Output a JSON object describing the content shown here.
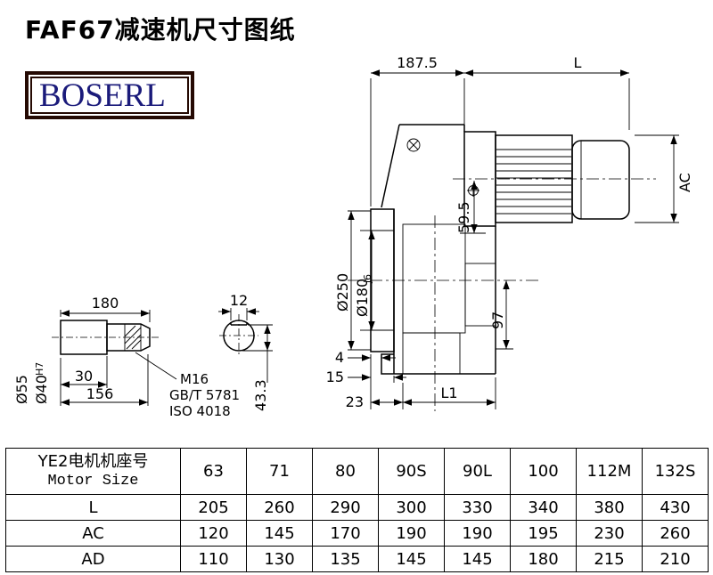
{
  "title": "FAF67减速机尺寸图纸",
  "logo": "BOSERL",
  "drawing": {
    "dims": {
      "top_width": "187.5",
      "motor_length": "L",
      "motor_height": "AC",
      "flange_dia": "Ø250",
      "hollow_dia": "Ø180",
      "hollow_dia_tol": "j6",
      "axis_height": "59.5",
      "hub_depth": "97",
      "gap": "4",
      "offset_15": "15",
      "offset_23": "23",
      "body_length": "L1",
      "shaft_length": "180",
      "key_width": "12",
      "shaft_dia_big": "Ø55",
      "shaft_dia_small": "Ø40",
      "shaft_dia_small_tol": "H7",
      "key_length": "30",
      "shaft_total": "156",
      "key_height": "43.3",
      "thread_note": "M16",
      "std_note_1": "GB/T 5781",
      "std_note_2": "ISO 4018"
    }
  },
  "table": {
    "header": {
      "label_cn": "YE2电机机座号",
      "label_en": "Motor Size",
      "sizes": [
        "63",
        "71",
        "80",
        "90S",
        "90L",
        "100",
        "112M",
        "132S"
      ]
    },
    "rows": [
      {
        "label": "L",
        "values": [
          "205",
          "260",
          "290",
          "300",
          "330",
          "340",
          "380",
          "430"
        ]
      },
      {
        "label": "AC",
        "values": [
          "120",
          "145",
          "170",
          "190",
          "190",
          "195",
          "230",
          "260"
        ]
      },
      {
        "label": "AD",
        "values": [
          "110",
          "130",
          "135",
          "145",
          "145",
          "180",
          "215",
          "210"
        ]
      }
    ]
  }
}
